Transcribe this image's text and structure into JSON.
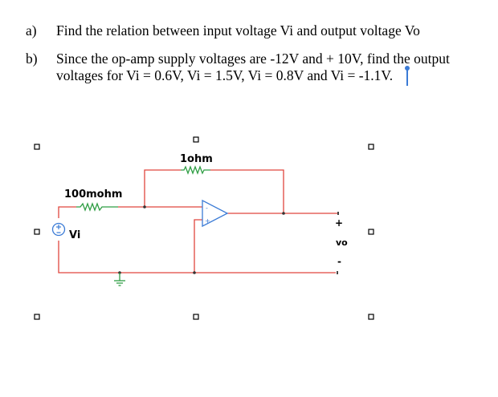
{
  "questions": [
    {
      "label": "a)",
      "lines": [
        "Find the relation between input voltage Vi and output voltage Vo"
      ]
    },
    {
      "label": "b)",
      "lines": [
        "Since the op-amp supply voltages are -12V and + 10V, find the output",
        "voltages for Vi = 0.6V, Vi = 1.5V, Vi = 0.8V and Vi = -1.1V."
      ]
    }
  ],
  "circuit": {
    "feedback_resistor_label": "1ohm",
    "input_resistor_label": "100mohm",
    "source_label": "Vi",
    "output_label": "vo",
    "output_plus": "+",
    "output_minus": "-",
    "opamp_plus": "+",
    "opamp_minus": "-",
    "wire_color": "#e0463e",
    "wire_color_dark": "#333333",
    "cursor_color": "#3b7bd6"
  }
}
